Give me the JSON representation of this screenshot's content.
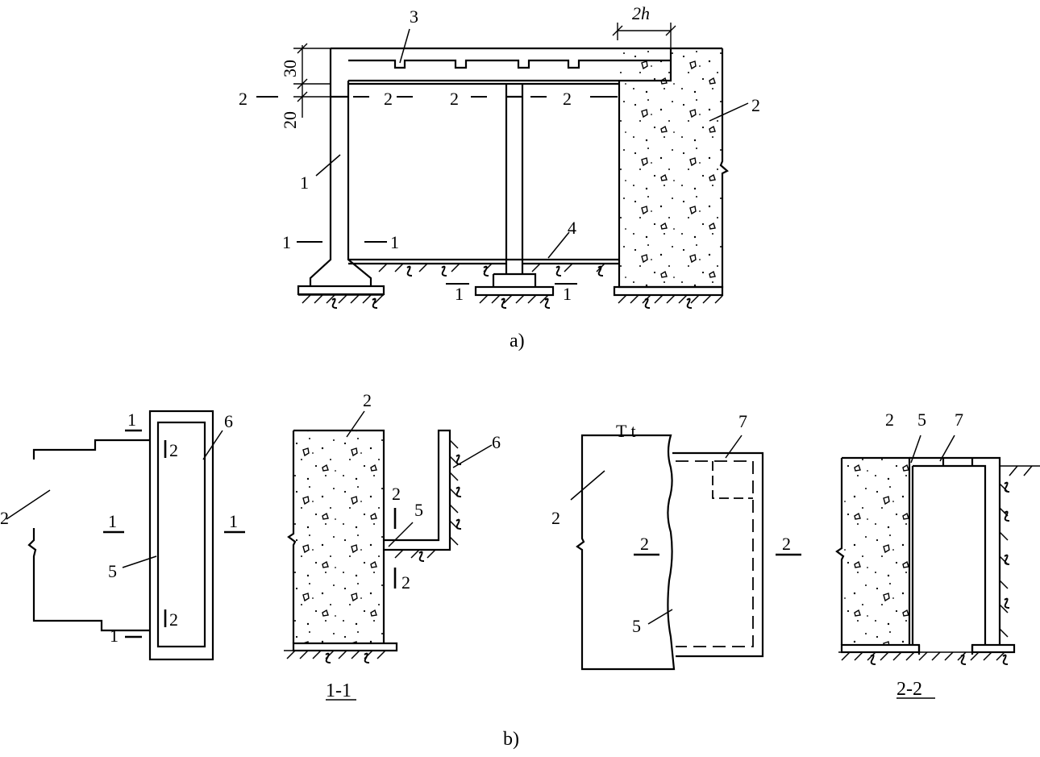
{
  "figure": {
    "view_a": {
      "caption": "a)",
      "dimensions": {
        "d30": "30",
        "d20": "20",
        "d2h": "2h"
      },
      "labels": {
        "l3": "3",
        "l1": "1",
        "l2_right": "2",
        "l4": "4",
        "sec1_a": "1",
        "sec1_b": "1",
        "sec1_c": "1",
        "sec1_d": "1",
        "sec2_a": "2",
        "sec2_b": "2",
        "sec2_c": "2",
        "sec2_d": "2"
      }
    },
    "view_b": {
      "caption": "b)",
      "plan1": {
        "l2": "2",
        "l5": "5",
        "l6": "6",
        "sec1_top": "1",
        "sec1_mid": "1",
        "sec1_right": "1",
        "sec1_bot": "1",
        "sec2_top": "2",
        "sec2_bot": "2"
      },
      "section11": {
        "title": "1-1",
        "l2": "2",
        "l5": "5",
        "l6": "6",
        "sec2_top": "2",
        "sec2_bot": "2"
      },
      "plan2": {
        "l2": "2",
        "l5": "5",
        "l7": "7",
        "top_mark": "T t",
        "sec2_left": "2",
        "sec2_right": "2"
      },
      "section22": {
        "title": "2-2",
        "l2": "2",
        "l5": "5",
        "l7": "7"
      }
    }
  }
}
